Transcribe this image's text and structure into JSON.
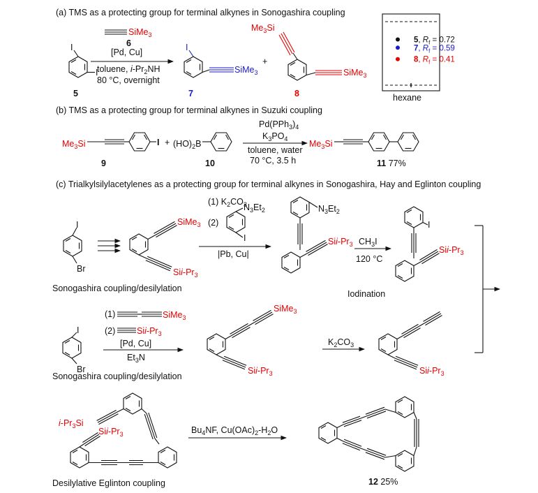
{
  "colors": {
    "text": "#111111",
    "red": "#e60000",
    "blue": "#1a1acc",
    "background": "#ffffff"
  },
  "section_a": {
    "title": "(a) TMS as a protecting group for terminal alkynes in Sonogashira coupling",
    "reagent_label": "SiMe3",
    "reagent_number": "6",
    "catalyst": "[Pd, Cu]",
    "solvent": "toluene, i-Pr2NH",
    "conditions": "80 °C, overnight",
    "sm_number": "5",
    "product1_number": "7",
    "product2_number": "8",
    "plus": "+",
    "tlc_solvent": "hexane",
    "tlc_spots": [
      {
        "compound": "5",
        "rf": "0.72",
        "color": "#111111"
      },
      {
        "compound": "7",
        "rf": "0.59",
        "color": "#1a1acc"
      },
      {
        "compound": "8",
        "rf": "0.41",
        "color": "#e60000"
      }
    ]
  },
  "section_b": {
    "title": "(b) TMS as a protecting group for terminal alkynes in Suzuki coupling",
    "catalyst": "Pd(PPh3)4",
    "base": "K3PO4",
    "solvent": "toluene, water",
    "conditions": "70 °C, 3.5 h",
    "sm_number": "9",
    "boronic_number": "10",
    "product_number": "11",
    "yield": "77%"
  },
  "section_c": {
    "title": "(c) Trialkylsilylacetylenes as a protecting group for terminal alkynes in Sonogashira, Hay and Eglinton coupling",
    "step1_label": "Sonogashira coupling/desilylation",
    "step2_reagent1": "(1) K2CO3",
    "step2_reagent2": "(2)",
    "step2_catalyst": "|Pb, Cu|",
    "iodination_reagent": "CH3I",
    "iodination_temp": "120 °C",
    "iodination_label": "Iodination",
    "row2_reagent1": "(1)",
    "row2_reagent2": "(2)",
    "row2_catalyst": "[Pd, Cu]",
    "row2_base": "Et3N",
    "row2_label": "Sonogashira coupling/desilylation",
    "desilylation_reagent": "K2CO3",
    "eglinton_reagent": "Bu4NF, Cu(OAc)2-H2O",
    "eglinton_label": "Desilylative Eglinton coupling",
    "product_number": "12",
    "yield": "25%"
  }
}
